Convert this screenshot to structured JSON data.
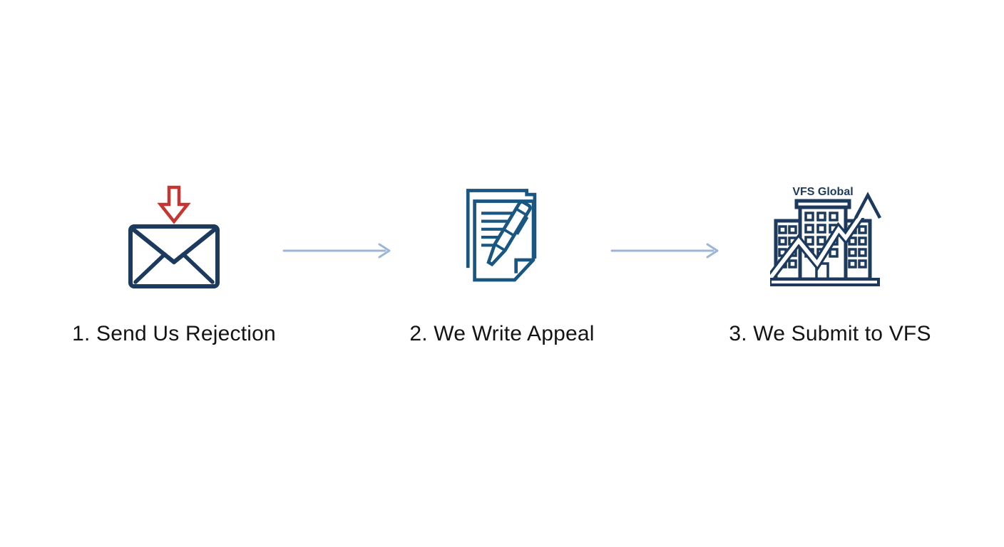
{
  "flow": {
    "steps": [
      {
        "label": "1. Send Us Rejection",
        "icon": "incoming-mail-icon"
      },
      {
        "label": "2. We Write Appeal",
        "icon": "document-pen-icon"
      },
      {
        "label": "3. We Submit to VFS",
        "icon": "vfs-building-growth-icon",
        "building_sign": "VFS Global"
      }
    ],
    "connector_icon": "right-arrow-icon"
  },
  "colors": {
    "navy": "#1c3a5e",
    "document_blue": "#195681",
    "arrow_red": "#c63531",
    "connector_blue": "#9db6d8",
    "label_text": "#141414",
    "background": "#ffffff"
  }
}
